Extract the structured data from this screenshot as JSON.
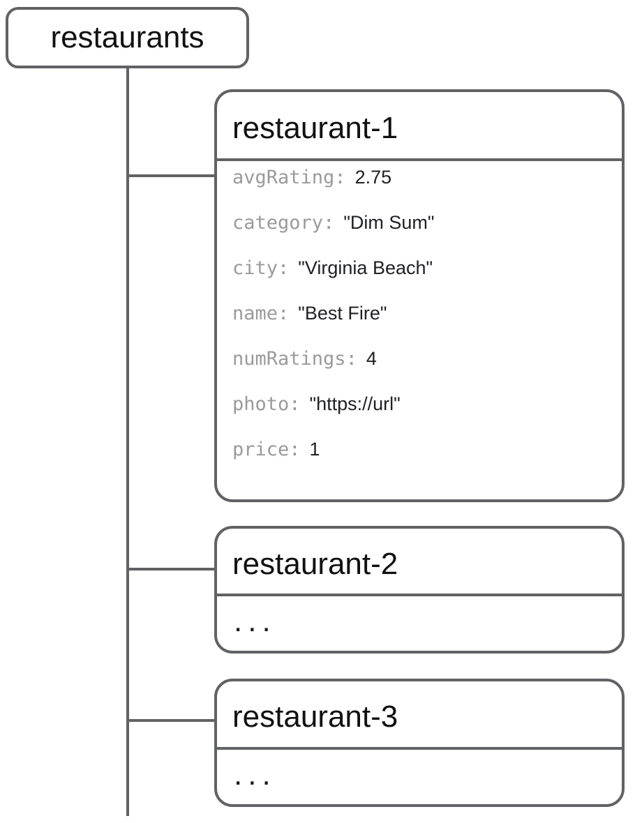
{
  "diagram": {
    "collection": {
      "label": "restaurants"
    },
    "documents": [
      {
        "id": "restaurant-1",
        "fields": [
          {
            "key": "avgRating",
            "value": "2.75"
          },
          {
            "key": "category",
            "value": "\"Dim Sum\""
          },
          {
            "key": "city",
            "value": "\"Virginia Beach\""
          },
          {
            "key": "name",
            "value": "\"Best Fire\""
          },
          {
            "key": "numRatings",
            "value": "4"
          },
          {
            "key": "photo",
            "value": "\"https://url\""
          },
          {
            "key": "price",
            "value": "1"
          }
        ]
      },
      {
        "id": "restaurant-2",
        "collapsed": "..."
      },
      {
        "id": "restaurant-3",
        "collapsed": "..."
      }
    ],
    "punctuation": {
      "colon": ":"
    },
    "colors": {
      "line": "#616265",
      "key_text": "#9a9a9a",
      "value_text": "#202124"
    }
  }
}
